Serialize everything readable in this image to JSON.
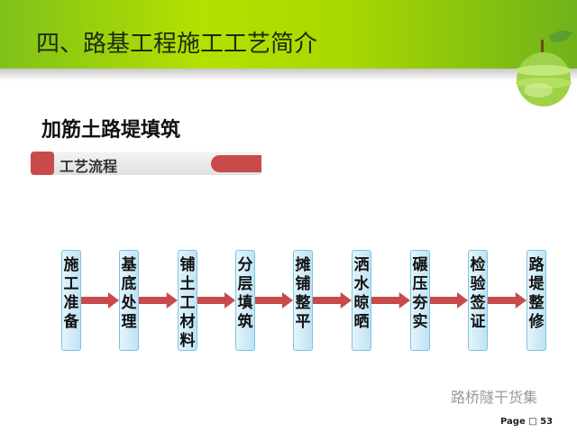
{
  "title": "四、路基工程施工工艺简介",
  "subtitle": "加筋土路堤填筑",
  "section": "工艺流程",
  "steps": [
    "施工准备",
    "基底处理",
    "铺土工材料",
    "分层填筑",
    "摊铺整平",
    "洒水晾晒",
    "碾压夯实",
    "检验签证",
    "路堤整修"
  ],
  "watermark": "路桥隧干货集",
  "page": "Page □ 53",
  "colors": {
    "accent": "#c94a4a",
    "header": "#a8d800",
    "box": "#bfe3f3"
  }
}
